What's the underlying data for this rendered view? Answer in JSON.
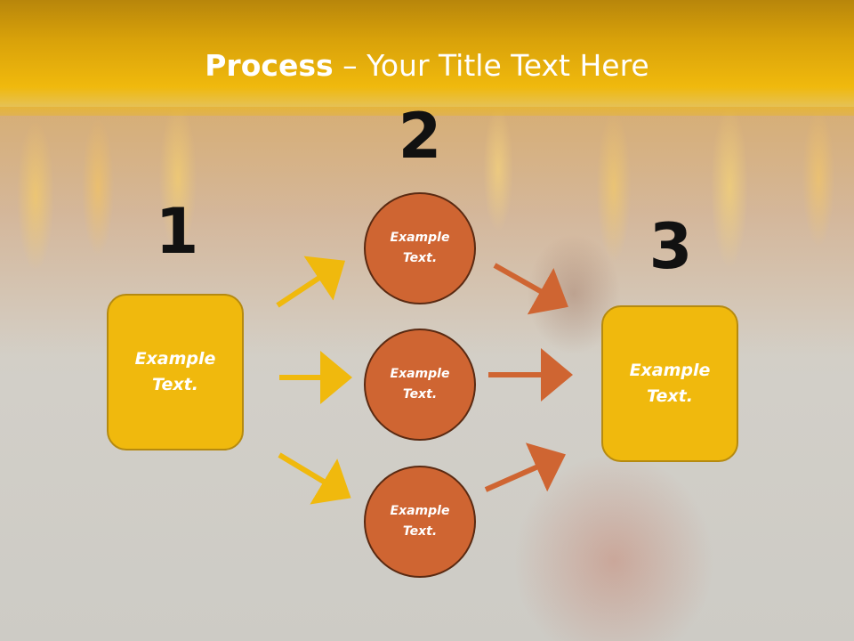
{
  "slide": {
    "title_bold": "Process",
    "title_rest": " – Your Title Text Here",
    "colors": {
      "header": "#f0b90d",
      "box_fill": "#f0b90d",
      "circle_fill": "#cf6532",
      "arrow_left": "#f0b90d",
      "arrow_right": "#cf6532"
    }
  },
  "steps": {
    "num_1": "1",
    "num_2": "2",
    "num_3": "3"
  },
  "left_box": {
    "line1": "Example",
    "line2": "Text."
  },
  "right_box": {
    "line1": "Example",
    "line2": "Text."
  },
  "circles": [
    {
      "line1": "Example",
      "line2": "Text."
    },
    {
      "line1": "Example",
      "line2": "Text."
    },
    {
      "line1": "Example",
      "line2": "Text."
    }
  ]
}
